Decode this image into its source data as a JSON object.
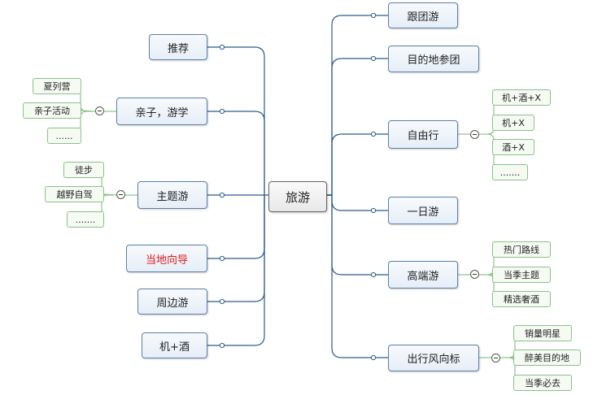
{
  "root": {
    "label": "旅游"
  },
  "left": {
    "recommend": {
      "label": "推荐"
    },
    "family": {
      "label": "亲子，游学",
      "children": [
        "夏列营",
        "亲子活动",
        "......"
      ]
    },
    "theme": {
      "label": "主题游",
      "children": [
        "徒步",
        "越野自驾",
        "......."
      ]
    },
    "guide": {
      "label": "当地向导"
    },
    "nearby": {
      "label": "周边游"
    },
    "flighthotel": {
      "label": "机+酒"
    }
  },
  "right": {
    "group": {
      "label": "跟团游"
    },
    "destination": {
      "label": "目的地参团"
    },
    "free": {
      "label": "自由行",
      "children": [
        "机+酒+X",
        "机+X",
        "酒+X",
        "......."
      ]
    },
    "day": {
      "label": "一日游"
    },
    "luxury": {
      "label": "高端游",
      "children": [
        "热门路线",
        "当季主题",
        "精选奢酒"
      ]
    },
    "trend": {
      "label": "出行风向标",
      "children": [
        "销量明星",
        "醉美目的地",
        "当季必去"
      ]
    }
  },
  "colors": {
    "main_line": "#2a5b8e",
    "sub_line": "#7fbf7c",
    "highlight_text": "#e0191a"
  }
}
